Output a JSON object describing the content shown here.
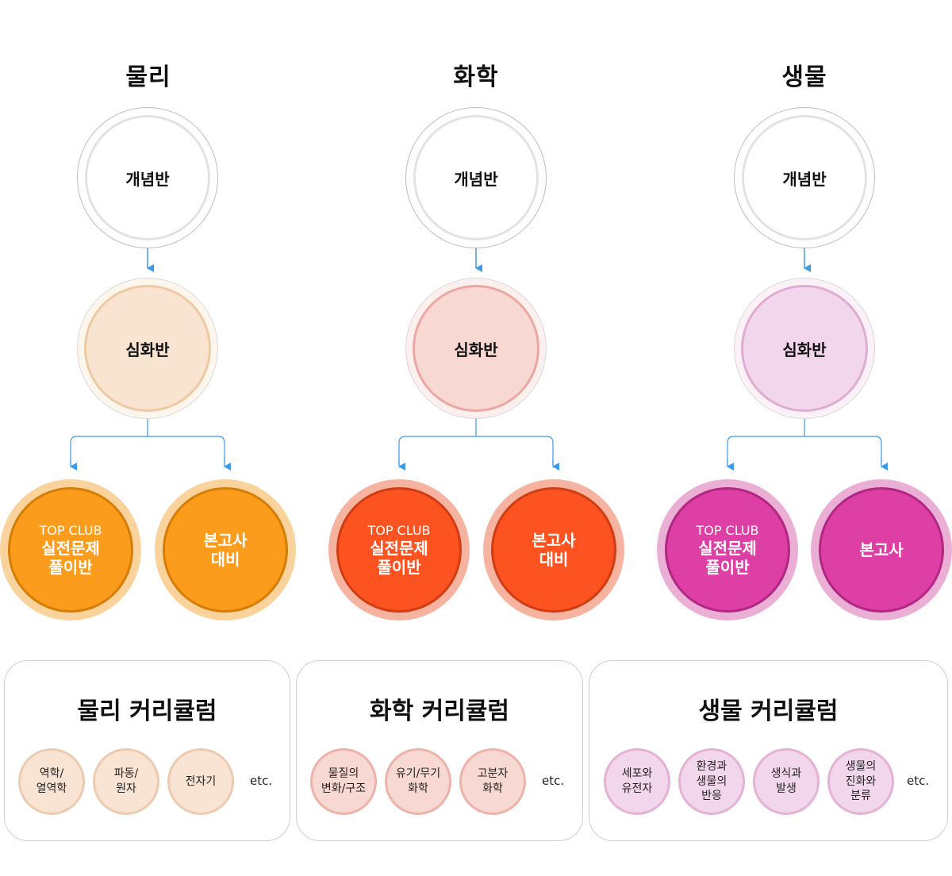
{
  "columns": [
    {
      "title": "물리",
      "concept": "개념반",
      "advanced": "심화반",
      "left": {
        "sub": "TOP CLUB",
        "main1": "실전문제",
        "main2": "풀이반"
      },
      "right": {
        "main1": "본고사",
        "main2": "대비"
      },
      "colors": {
        "adv_outer": "#fdf6ec",
        "adv_inner": "#f8e4d0",
        "adv_border": "#edc9a4",
        "big_outer": "#f9d39b",
        "big_inner": "#fb9c1c",
        "big_border": "#d57d06",
        "topic_fill": "#f9e3d3",
        "topic_border": "#eccbb0"
      }
    },
    {
      "title": "화학",
      "concept": "개념반",
      "advanced": "심화반",
      "left": {
        "sub": "TOP CLUB",
        "main1": "실전문제",
        "main2": "풀이반"
      },
      "right": {
        "main1": "본고사",
        "main2": "대비"
      },
      "colors": {
        "adv_outer": "#fcf0ee",
        "adv_inner": "#f8d8d3",
        "adv_border": "#eba8a0",
        "big_outer": "#f6b39f",
        "big_inner": "#fc5321",
        "big_border": "#d03d12",
        "topic_fill": "#f8d8d3",
        "topic_border": "#edb2a9"
      }
    },
    {
      "title": "생물",
      "concept": "개념반",
      "advanced": "심화반",
      "left": {
        "sub": "TOP CLUB",
        "main1": "실전문제",
        "main2": "풀이반"
      },
      "right": {
        "main1": "본고사",
        "main2": ""
      },
      "colors": {
        "adv_outer": "#fbf1f7",
        "adv_inner": "#f2d6ec",
        "adv_border": "#dfadd1",
        "big_outer": "#ebafd6",
        "big_inner": "#dd3fa5",
        "big_border": "#b12782",
        "topic_fill": "#f2d6ec",
        "topic_border": "#e4b2d5"
      }
    }
  ],
  "curricula": [
    {
      "title": "물리 커리큘럼",
      "topics": [
        "역학/\n열역학",
        "파동/\n원자",
        "전자기"
      ],
      "etc": "etc."
    },
    {
      "title": "화학 커리큘럼",
      "topics": [
        "물질의\n변화/구조",
        "유기/무기\n화학",
        "고분자\n화학"
      ],
      "etc": "etc."
    },
    {
      "title": "생물 커리큘럼",
      "topics": [
        "세포와\n유전자",
        "환경과\n생물의\n반응",
        "생식과\n발생",
        "생물의\n진화와\n분류"
      ],
      "etc": "etc."
    }
  ],
  "arrow_color": "#3a9be8"
}
